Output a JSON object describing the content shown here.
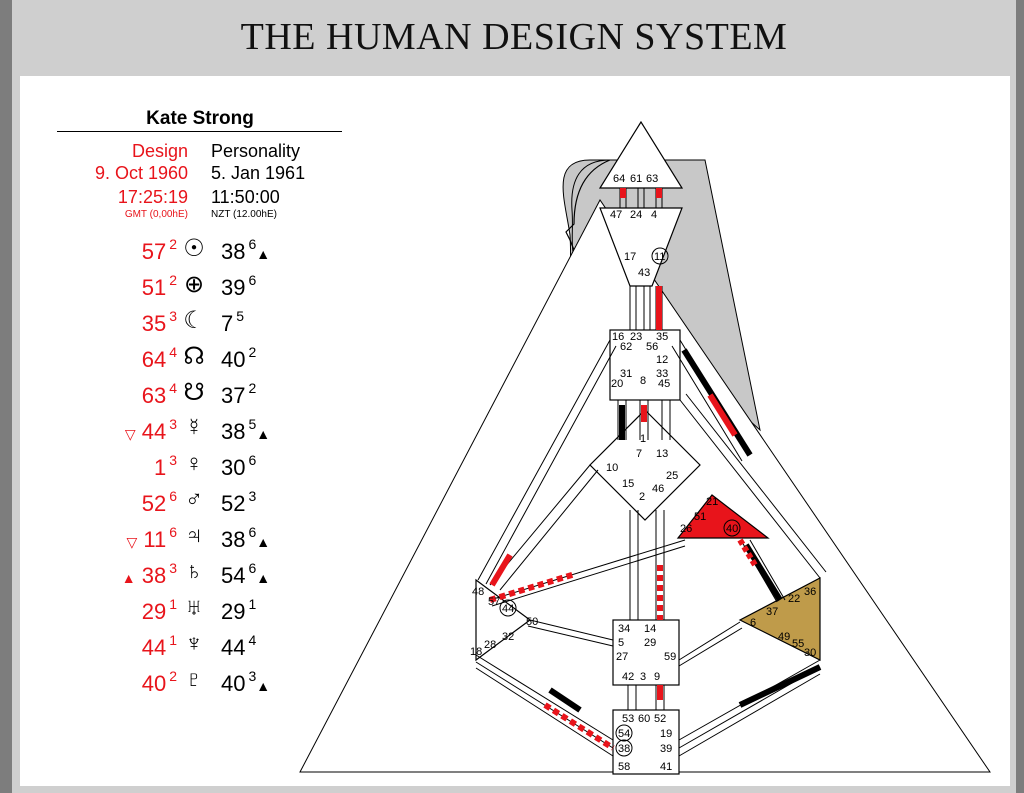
{
  "title": "THE HUMAN DESIGN SYSTEM",
  "person": {
    "name": "Kate Strong"
  },
  "design": {
    "label": "Design",
    "date": "9. Oct 1960",
    "time": "17:25:19",
    "zone": "GMT (0,00hE)"
  },
  "personality": {
    "label": "Personality",
    "date": "5. Jan 1961",
    "time": "11:50:00",
    "zone": "NZT (12.00hE)"
  },
  "markers": {
    "up": "▲",
    "down": "▽"
  },
  "planets": [
    {
      "icon": "sun-icon",
      "glyph": "☉",
      "dgate": "57",
      "dline": "2",
      "dmark": "",
      "pgate": "38",
      "pline": "6",
      "pmark": "▲"
    },
    {
      "icon": "earth-icon",
      "glyph": "⊕",
      "dgate": "51",
      "dline": "2",
      "dmark": "",
      "pgate": "39",
      "pline": "6",
      "pmark": ""
    },
    {
      "icon": "moon-icon",
      "glyph": "☾",
      "dgate": "35",
      "dline": "3",
      "dmark": "",
      "pgate": "7",
      "pline": "5",
      "pmark": ""
    },
    {
      "icon": "north-node-icon",
      "glyph": "☊",
      "dgate": "64",
      "dline": "4",
      "dmark": "",
      "pgate": "40",
      "pline": "2",
      "pmark": ""
    },
    {
      "icon": "south-node-icon",
      "glyph": "☋",
      "dgate": "63",
      "dline": "4",
      "dmark": "",
      "pgate": "37",
      "pline": "2",
      "pmark": ""
    },
    {
      "icon": "mercury-icon",
      "glyph": "☿",
      "dgate": "44",
      "dline": "3",
      "dmark": "▽",
      "pgate": "38",
      "pline": "5",
      "pmark": "▲"
    },
    {
      "icon": "venus-icon",
      "glyph": "♀",
      "dgate": "1",
      "dline": "3",
      "dmark": "",
      "pgate": "30",
      "pline": "6",
      "pmark": ""
    },
    {
      "icon": "mars-icon",
      "glyph": "♂",
      "dgate": "52",
      "dline": "6",
      "dmark": "",
      "pgate": "52",
      "pline": "3",
      "pmark": ""
    },
    {
      "icon": "jupiter-icon",
      "glyph": "♃",
      "dgate": "11",
      "dline": "6",
      "dmark": "▽",
      "pgate": "38",
      "pline": "6",
      "pmark": "▲"
    },
    {
      "icon": "saturn-icon",
      "glyph": "♄",
      "dgate": "38",
      "dline": "3",
      "dmark": "▲",
      "pgate": "54",
      "pline": "6",
      "pmark": "▲"
    },
    {
      "icon": "uranus-icon",
      "glyph": "♅",
      "dgate": "29",
      "dline": "1",
      "dmark": "",
      "pgate": "29",
      "pline": "1",
      "pmark": ""
    },
    {
      "icon": "neptune-icon",
      "glyph": "♆",
      "dgate": "44",
      "dline": "1",
      "dmark": "",
      "pgate": "44",
      "pline": "4",
      "pmark": ""
    },
    {
      "icon": "pluto-icon",
      "glyph": "♇",
      "dgate": "40",
      "dline": "2",
      "dmark": "",
      "pgate": "40",
      "pline": "3",
      "pmark": "▲"
    }
  ],
  "colors": {
    "design": "#e8141b",
    "personality": "#000000",
    "ego": "#e8141b",
    "spleen": "#bf9b4a",
    "background": "#c8c8c8"
  },
  "gates": {
    "head": [
      "64",
      "61",
      "63"
    ],
    "ajna": [
      "47",
      "24",
      "4",
      "17",
      "11",
      "43"
    ],
    "throat": [
      "16",
      "23",
      "35",
      "62",
      "56",
      "12",
      "31",
      "8",
      "33",
      "20",
      "45"
    ],
    "g": [
      "1",
      "7",
      "13",
      "10",
      "15",
      "46",
      "25",
      "2"
    ],
    "ego": [
      "21",
      "51",
      "26",
      "40"
    ],
    "spleen": [
      "48",
      "57",
      "44",
      "50",
      "32",
      "28",
      "18"
    ],
    "solar_plexus": [
      "36",
      "22",
      "37",
      "6",
      "49",
      "55",
      "30"
    ],
    "sacral": [
      "34",
      "14",
      "5",
      "29",
      "27",
      "59",
      "42",
      "3",
      "9"
    ],
    "root": [
      "53",
      "60",
      "52",
      "54",
      "19",
      "38",
      "39",
      "58",
      "41"
    ]
  },
  "circled_gates": [
    "11",
    "40",
    "44",
    "54",
    "38"
  ]
}
